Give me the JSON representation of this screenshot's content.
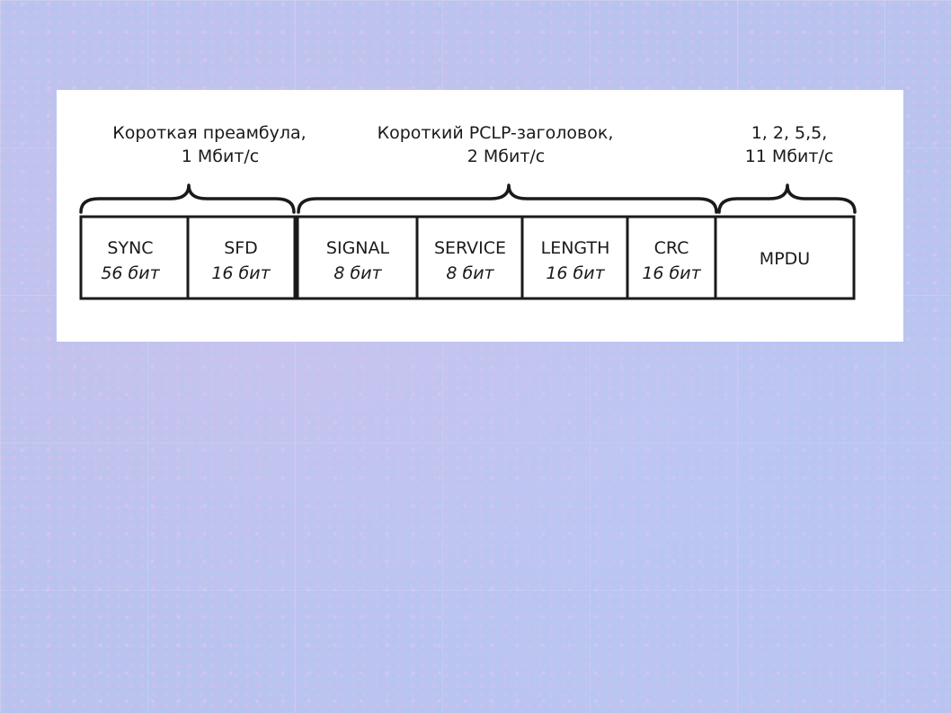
{
  "groups": [
    {
      "line1": "Короткая преамбула,",
      "line2": "1 Мбит/с"
    },
    {
      "line1": "Короткий PCLP-заголовок,",
      "line2": "2 Мбит/с"
    },
    {
      "line1": "1, 2, 5,5,",
      "line2": "11 Мбит/с"
    }
  ],
  "fields": [
    {
      "name": "SYNC",
      "bits": "56 бит"
    },
    {
      "name": "SFD",
      "bits": "16 бит"
    },
    {
      "name": "SIGNAL",
      "bits": "8 бит"
    },
    {
      "name": "SERVICE",
      "bits": "8 бит"
    },
    {
      "name": "LENGTH",
      "bits": "16 бит"
    },
    {
      "name": "CRC",
      "bits": "16 бит"
    },
    {
      "name": "MPDU",
      "bits": ""
    }
  ]
}
